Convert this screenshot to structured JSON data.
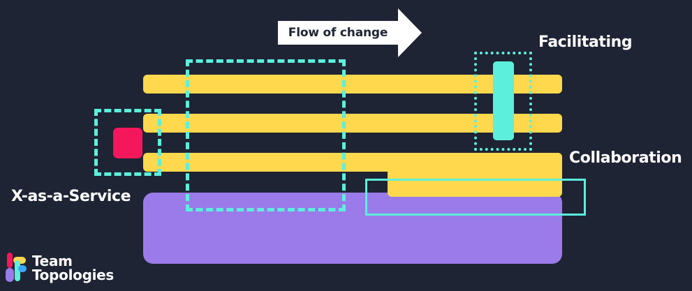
{
  "diagram": {
    "flow_label": "Flow of change",
    "labels": {
      "facilitating": "Facilitating",
      "collaboration": "Collaboration",
      "xaas": "X-as-a-Service"
    }
  },
  "logo": {
    "line1": "Team",
    "line2": "Topologies"
  },
  "colors": {
    "background": "#1e2433",
    "stream_aligned": "#ffd84d",
    "platform": "#9b7aea",
    "complicated_subsystem": "#f5175b",
    "enabling": "#5cf0dc",
    "arrow": "#ffffff"
  }
}
